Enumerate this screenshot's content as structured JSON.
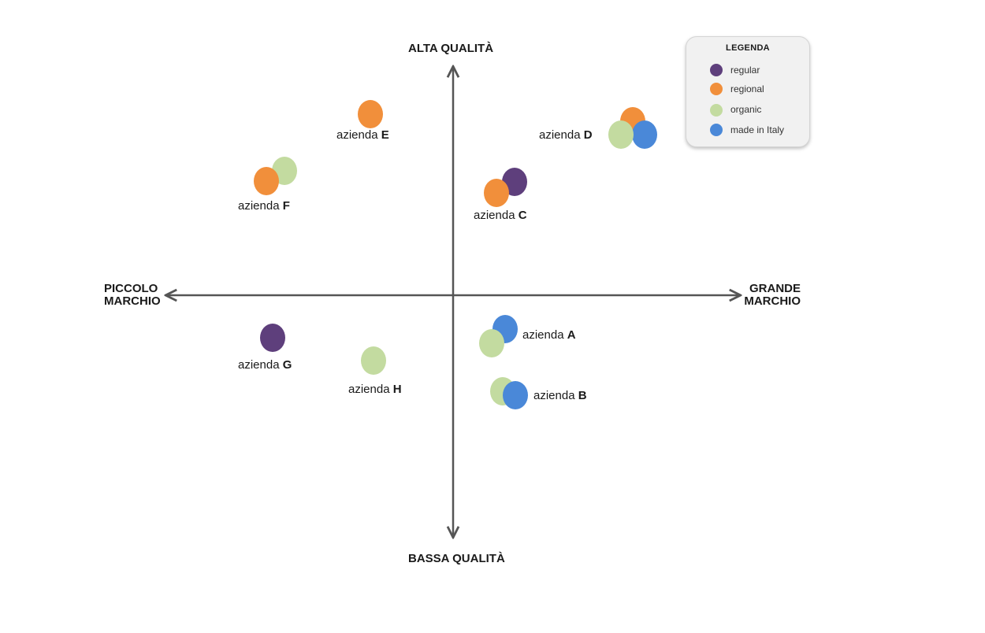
{
  "axes": {
    "top": "ALTA QUALITÀ",
    "bottom": "BASSA QUALITÀ",
    "left_line1": "PICCOLO",
    "left_line2": "MARCHIO",
    "right_line1": "GRANDE",
    "right_line2": "MARCHIO"
  },
  "legend": {
    "title": "LEGENDA",
    "items": [
      {
        "label": "regular",
        "color": "#5e3f7c"
      },
      {
        "label": "regional",
        "color": "#f18f3b"
      },
      {
        "label": "organic",
        "color": "#c3dba0"
      },
      {
        "label": "made in Italy",
        "color": "#4a88d8"
      }
    ]
  },
  "firms": [
    {
      "prefix": "azienda",
      "letter": "A",
      "categories": [
        "made in Italy",
        "organic"
      ]
    },
    {
      "prefix": "azienda",
      "letter": "B",
      "categories": [
        "organic",
        "made in Italy"
      ]
    },
    {
      "prefix": "azienda",
      "letter": "C",
      "categories": [
        "regular",
        "regional"
      ]
    },
    {
      "prefix": "azienda",
      "letter": "D",
      "categories": [
        "regional",
        "made in Italy",
        "organic"
      ]
    },
    {
      "prefix": "azienda",
      "letter": "E",
      "categories": [
        "regional"
      ]
    },
    {
      "prefix": "azienda",
      "letter": "F",
      "categories": [
        "organic",
        "regional"
      ]
    },
    {
      "prefix": "azienda",
      "letter": "G",
      "categories": [
        "regular"
      ]
    },
    {
      "prefix": "azienda",
      "letter": "H",
      "categories": [
        "organic"
      ]
    }
  ]
}
